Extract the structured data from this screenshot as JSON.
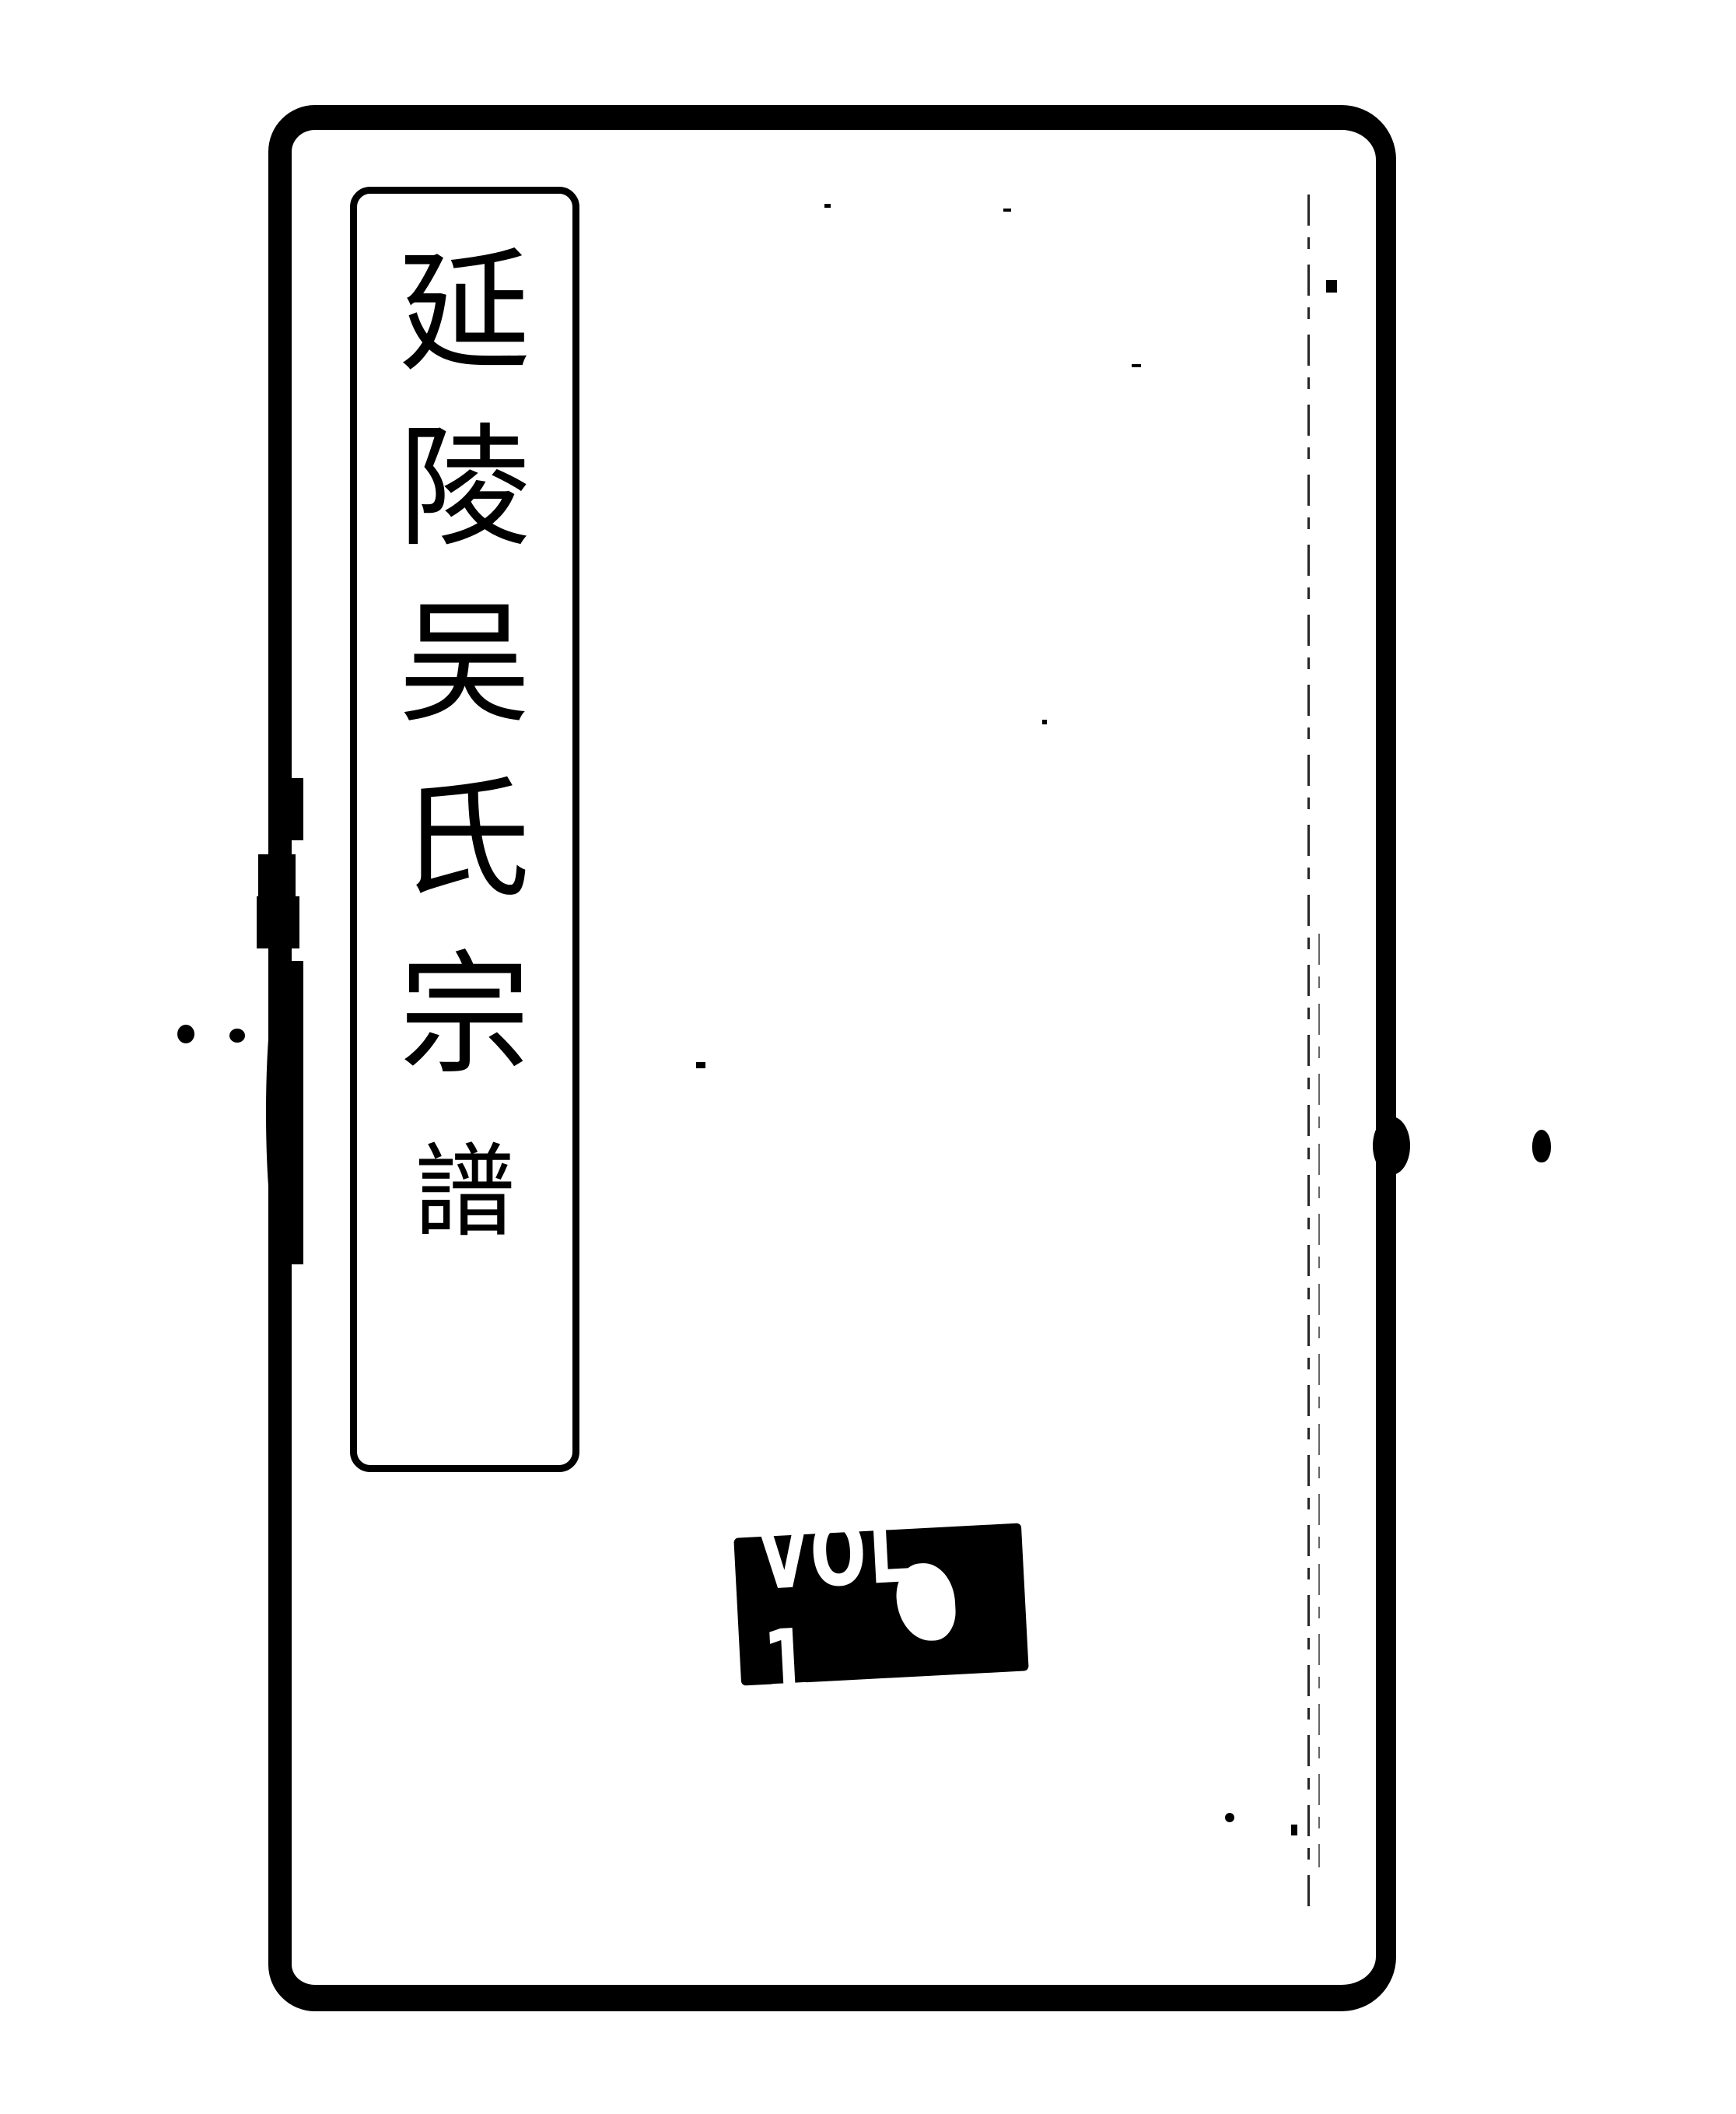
{
  "document": {
    "type": "scanned book cover",
    "title_vertical": "延陵吴氏宗譜",
    "title_chars": [
      "延",
      "陵",
      "吴",
      "氏",
      "宗",
      "譜"
    ],
    "volume_label": "VOL 1",
    "colors": {
      "ink": "#000000",
      "paper": "#ffffff"
    }
  }
}
